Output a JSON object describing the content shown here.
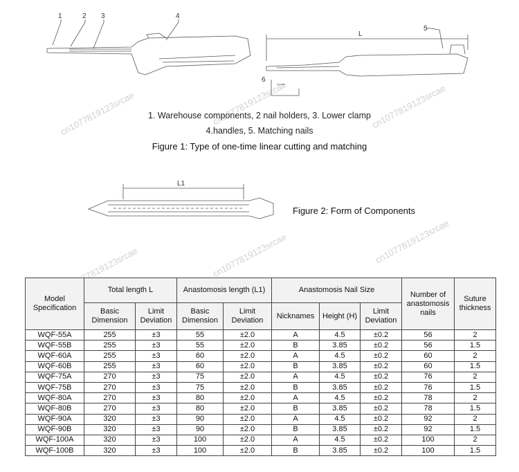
{
  "figure1": {
    "callouts": [
      "1",
      "2",
      "3",
      "4",
      "5",
      "6"
    ],
    "length_label": "L",
    "caption_line1": "1. Warehouse components, 2 nail holders, 3. Lower clamp",
    "caption_line2": "4.handles, 5. Matching nails",
    "title": "Figure 1: Type of one-time linear cutting and matching"
  },
  "figure2": {
    "length_label": "L1",
    "title": "Figure 2: Form of Components"
  },
  "watermark": "cn1077819123srcae",
  "table": {
    "headers": {
      "model": "Model Specification",
      "total_length": "Total length L",
      "anastomosis_length": "Anastomosis length (L1)",
      "nail_size": "Anastomosis Nail Size",
      "num_nails": "Number of anastomosis nails",
      "suture": "Suture thickness",
      "basic_dimension": "Basic Dimension",
      "limit_deviation": "Limit Deviation",
      "nicknames": "Nicknames",
      "height": "Height (H)"
    },
    "rows": [
      [
        "WQF-55A",
        "255",
        "±3",
        "55",
        "±2.0",
        "A",
        "4.5",
        "±0.2",
        "56",
        "2"
      ],
      [
        "WQF-55B",
        "255",
        "±3",
        "55",
        "±2.0",
        "B",
        "3.85",
        "±0.2",
        "56",
        "1.5"
      ],
      [
        "WQF-60A",
        "255",
        "±3",
        "60",
        "±2.0",
        "A",
        "4.5",
        "±0.2",
        "60",
        "2"
      ],
      [
        "WQF-60B",
        "255",
        "±3",
        "60",
        "±2.0",
        "B",
        "3.85",
        "±0.2",
        "60",
        "1.5"
      ],
      [
        "WQF-75A",
        "270",
        "±3",
        "75",
        "±2.0",
        "A",
        "4.5",
        "±0.2",
        "76",
        "2"
      ],
      [
        "WQF-75B",
        "270",
        "±3",
        "75",
        "±2.0",
        "B",
        "3.85",
        "±0.2",
        "76",
        "1.5"
      ],
      [
        "WQF-80A",
        "270",
        "±3",
        "80",
        "±2.0",
        "A",
        "4.5",
        "±0.2",
        "78",
        "2"
      ],
      [
        "WQF-80B",
        "270",
        "±3",
        "80",
        "±2.0",
        "B",
        "3.85",
        "±0.2",
        "78",
        "1.5"
      ],
      [
        "WQF-90A",
        "320",
        "±3",
        "90",
        "±2.0",
        "A",
        "4.5",
        "±0.2",
        "92",
        "2"
      ],
      [
        "WQF-90B",
        "320",
        "±3",
        "90",
        "±2.0",
        "B",
        "3.85",
        "±0.2",
        "92",
        "1.5"
      ],
      [
        "WQF-100A",
        "320",
        "±3",
        "100",
        "±2.0",
        "A",
        "4.5",
        "±0.2",
        "100",
        "2"
      ],
      [
        "WQF-100B",
        "320",
        "±3",
        "100",
        "±2.0",
        "B",
        "3.85",
        "±0.2",
        "100",
        "1.5"
      ]
    ]
  }
}
